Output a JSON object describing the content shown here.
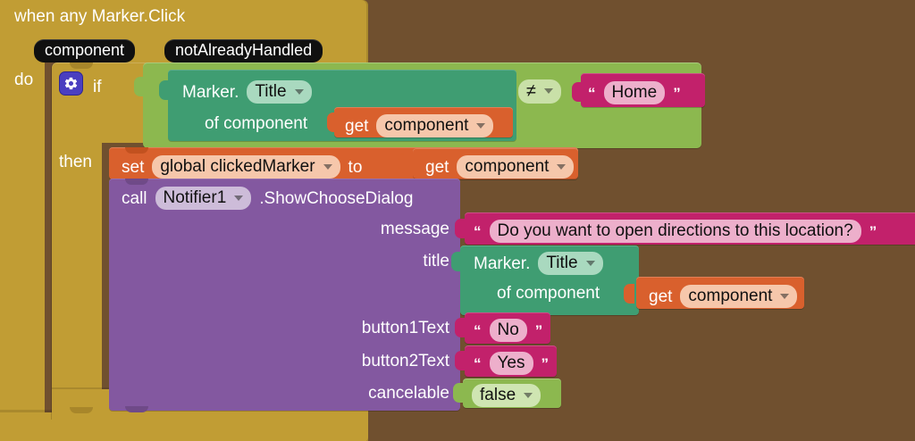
{
  "workspace": {
    "background_color": "#70502f",
    "app": "MIT App Inventor Blocks Editor"
  },
  "event_block": {
    "color": "#c19d34",
    "title": "when any Marker.Click",
    "params": [
      "component",
      "notAlreadyHandled"
    ],
    "do_label": "do"
  },
  "control_if": {
    "color": "#c19d34",
    "gear_icon": "gear-icon",
    "if_label": "if",
    "then_label": "then"
  },
  "compare_block": {
    "color": "#8cb84f",
    "operator": "≠"
  },
  "marker_title_1": {
    "color": "#3f9d72",
    "prefix": "Marker.",
    "property": "Title",
    "of_component_label": "of component"
  },
  "get_component_1": {
    "color": "#d9602d",
    "get_label": "get",
    "variable": "component"
  },
  "text_home": {
    "color": "#c2216b",
    "open_quote": "“",
    "value": "Home",
    "close_quote": "”"
  },
  "set_global": {
    "color": "#d9602d",
    "set_label": "set",
    "variable": "global clickedMarker",
    "to_label": "to"
  },
  "get_component_2": {
    "get_label": "get",
    "variable": "component"
  },
  "call_block": {
    "color": "#8358a0",
    "call_label": "call",
    "component": "Notifier1",
    "method": ".ShowChooseDialog",
    "args": [
      {
        "label": "message"
      },
      {
        "label": "title"
      },
      {
        "label": "button1Text"
      },
      {
        "label": "button2Text"
      },
      {
        "label": "cancelable"
      }
    ]
  },
  "text_message": {
    "open_quote": "“",
    "value": "Do you want to open directions to this location?",
    "close_quote": "”"
  },
  "marker_title_2": {
    "prefix": "Marker.",
    "property": "Title",
    "of_component_label": "of component"
  },
  "get_component_3": {
    "get_label": "get",
    "variable": "component"
  },
  "text_no": {
    "open_quote": "“",
    "value": "No",
    "close_quote": "”"
  },
  "text_yes": {
    "open_quote": "“",
    "value": "Yes",
    "close_quote": "”"
  },
  "logic_false": {
    "color": "#8cb84f",
    "value": "false"
  }
}
